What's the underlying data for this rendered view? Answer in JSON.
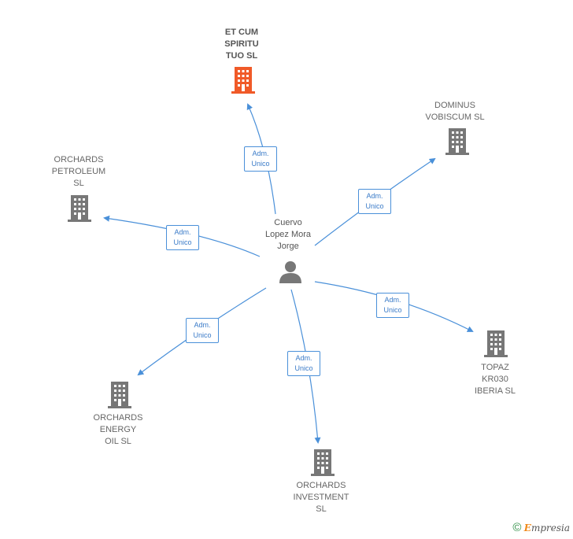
{
  "center": {
    "name": "Cuervo\nLopez Mora\nJorge"
  },
  "companies": [
    {
      "id": "et-cum",
      "name": "ET CUM\nSPIRITU\nTUO  SL",
      "focus": true,
      "color": "#f05a28"
    },
    {
      "id": "dominus",
      "name": "DOMINUS\nVOBISCUM  SL",
      "color": "#777777"
    },
    {
      "id": "orchards-petroleum",
      "name": "ORCHARDS\nPETROLEUM\nSL",
      "color": "#777777"
    },
    {
      "id": "topaz",
      "name": "TOPAZ\nKR030\nIBERIA  SL",
      "color": "#777777"
    },
    {
      "id": "orchards-energy",
      "name": "ORCHARDS\nENERGY\nOIL  SL",
      "color": "#777777"
    },
    {
      "id": "orchards-investment",
      "name": "ORCHARDS\nINVESTMENT\nSL",
      "color": "#777777"
    }
  ],
  "relations": [
    {
      "to": "et-cum",
      "label": "Adm.\nUnico"
    },
    {
      "to": "dominus",
      "label": "Adm.\nUnico"
    },
    {
      "to": "orchards-petroleum",
      "label": "Adm.\nUnico"
    },
    {
      "to": "topaz",
      "label": "Adm.\nUnico"
    },
    {
      "to": "orchards-energy",
      "label": "Adm.\nUnico"
    },
    {
      "to": "orchards-investment",
      "label": "Adm.\nUnico"
    }
  ],
  "colors": {
    "edge": "#4a90d9",
    "building": "#777777",
    "focus_building": "#f05a28"
  },
  "footer": {
    "copyright": "©",
    "brand_initial": "E",
    "brand_rest": "mpresia"
  }
}
